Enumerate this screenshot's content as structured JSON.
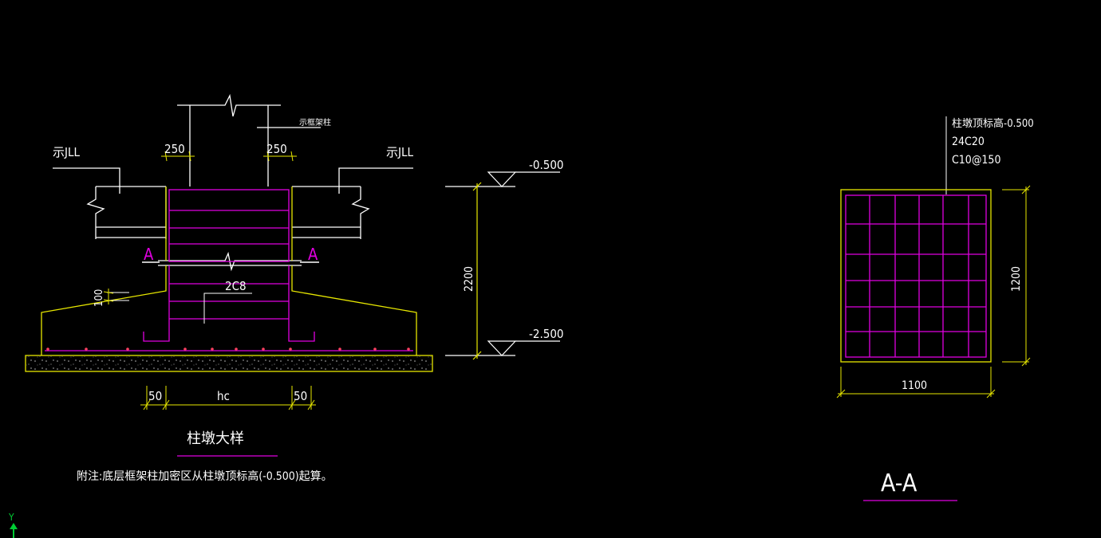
{
  "colors": {
    "background": "#000000",
    "outline": "#ffffff",
    "concrete": "#e8e800",
    "rebar": "#e000e0",
    "text": "#ffffff",
    "section_mark": "#e000e0",
    "ucs": "#00cc33"
  },
  "detail": {
    "beam_left_label": "示JLL",
    "beam_right_label": "示JLL",
    "column_label": "示框架柱",
    "dim_250_left": "250",
    "dim_250_right": "250",
    "section_mark_left": "A",
    "section_mark_right": "A",
    "stirrup_label": "2C8",
    "dim_100": "100",
    "dim_50_left": "50",
    "dim_hc": "hc",
    "dim_50_right": "50",
    "title": "柱墩大样",
    "note": "附注:底层框架柱加密区从柱墩顶标高(-0.500)起算。"
  },
  "elevation": {
    "top_level": "-0.500",
    "bottom_level": "-2.500",
    "height_dim": "2200"
  },
  "section": {
    "callout_line1": "柱墩顶标高-0.500",
    "callout_line2": "24C20",
    "callout_line3": "C10@150",
    "dim_height": "1200",
    "dim_width": "1100",
    "title": "A-A"
  },
  "ucs": {
    "axis_label": "Y"
  }
}
